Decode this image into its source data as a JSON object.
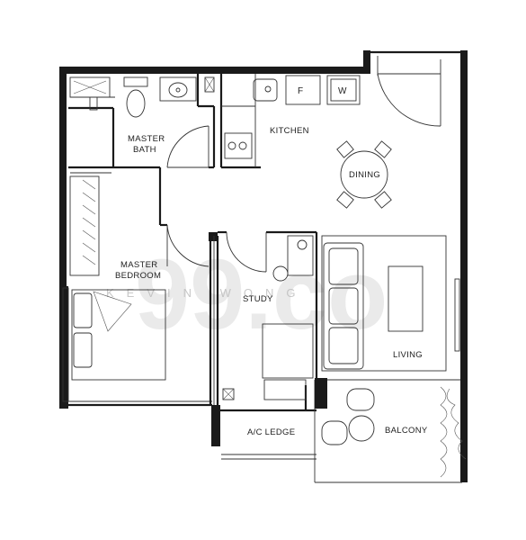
{
  "rooms": {
    "master_bath_line1": "MASTER",
    "master_bath_line2": "BATH",
    "kitchen": "KITCHEN",
    "dining": "DINING",
    "master_bedroom_line1": "MASTER",
    "master_bedroom_line2": "BEDROOM",
    "study": "STUDY",
    "living": "LIVING",
    "ac_ledge": "A/C LEDGE",
    "balcony": "BALCONY"
  },
  "fixtures": {
    "fridge": "F",
    "washer": "W"
  },
  "watermark": {
    "logo": "99.co",
    "agent": "KEVIN WONG"
  }
}
